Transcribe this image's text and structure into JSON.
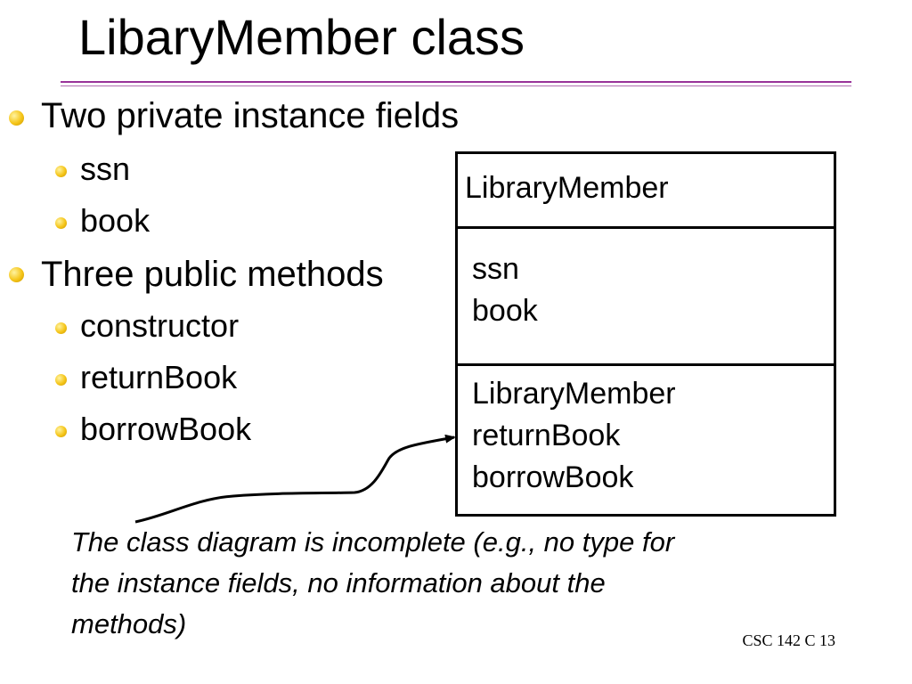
{
  "slide": {
    "title": "LibaryMember class",
    "bullets": [
      {
        "text": "Two private instance fields",
        "level": 1
      },
      {
        "text": "ssn",
        "level": 2
      },
      {
        "text": "book",
        "level": 2
      },
      {
        "text": "Three public methods",
        "level": 1
      },
      {
        "text": "constructor",
        "level": 2
      },
      {
        "text": "returnBook",
        "level": 2
      },
      {
        "text": "borrowBook",
        "level": 2
      }
    ],
    "class_diagram": {
      "name": "LibraryMember",
      "attributes": [
        "ssn",
        "book"
      ],
      "operations": [
        "LibraryMember",
        "returnBook",
        "borrowBook"
      ]
    },
    "note": "The class diagram is incomplete (e.g., no type for\nthe instance fields, no information about the\nmethods)",
    "footer": "CSC 142 C 13",
    "colors": {
      "title_rule": "#993399",
      "bullet": "#f5c518",
      "text": "#000000",
      "background": "#ffffff"
    }
  }
}
